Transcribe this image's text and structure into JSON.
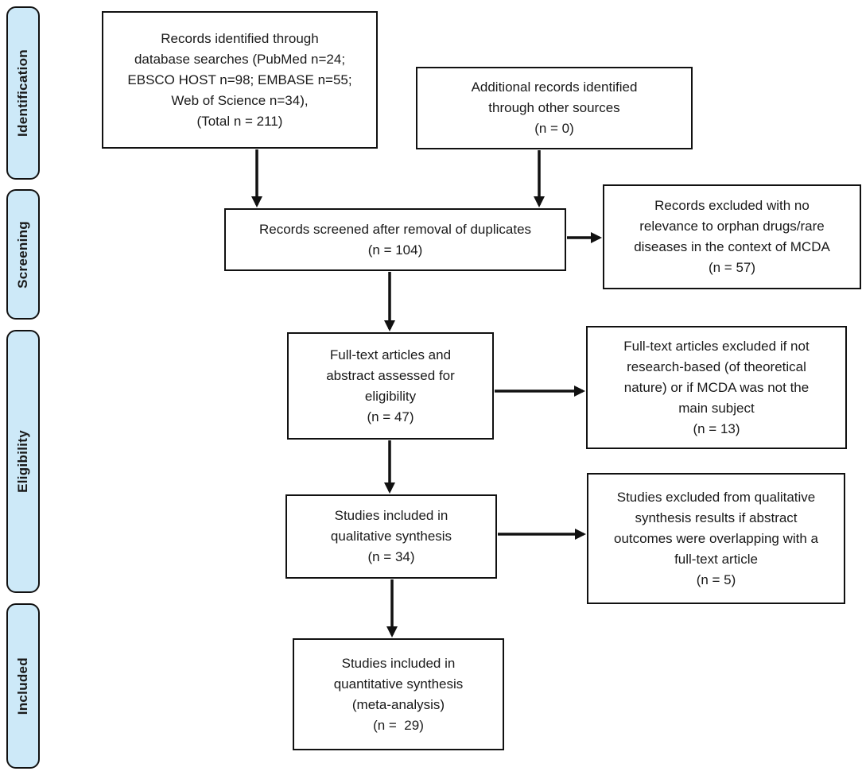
{
  "sidebar": {
    "stages": [
      {
        "label": "Identification"
      },
      {
        "label": "Screening"
      },
      {
        "label": "Eligibility"
      },
      {
        "label": "Included"
      }
    ]
  },
  "boxes": {
    "identified": {
      "text": "Records identified through\ndatabase searches (PubMed n=24;\nEBSCO HOST n=98; EMBASE n=55;\nWeb of Science n=34),\n(Total n = 211)"
    },
    "additional": {
      "text": "Additional records identified\nthrough other sources\n(n = 0)"
    },
    "screened": {
      "text": "Records screened after removal of duplicates\n(n = 104)"
    },
    "excluded_screening": {
      "text": "Records excluded with no\nrelevance to orphan drugs/rare\ndiseases in the context of MCDA\n(n = 57)"
    },
    "fulltext": {
      "text": "Full-text articles and\nabstract assessed for\neligibility\n(n = 47)"
    },
    "excluded_fulltext": {
      "text": "Full-text articles excluded if not\nresearch-based (of theoretical\nnature) or if MCDA was not the\nmain subject\n(n = 13)"
    },
    "qualitative": {
      "text": "Studies included in\nqualitative synthesis\n(n = 34)"
    },
    "excluded_qualitative": {
      "text": "Studies excluded from qualitative\nsynthesis results if abstract\noutcomes were overlapping with a\nfull-text article\n(n = 5)"
    },
    "quantitative": {
      "text": "Studies included in\nquantitative synthesis\n(meta-analysis)\n(n =  29)"
    }
  },
  "colors": {
    "stage_fill": "#cde9f8",
    "box_fill": "#ffffff",
    "border": "#111111",
    "text": "#1a1a1a",
    "background": "#ffffff"
  }
}
